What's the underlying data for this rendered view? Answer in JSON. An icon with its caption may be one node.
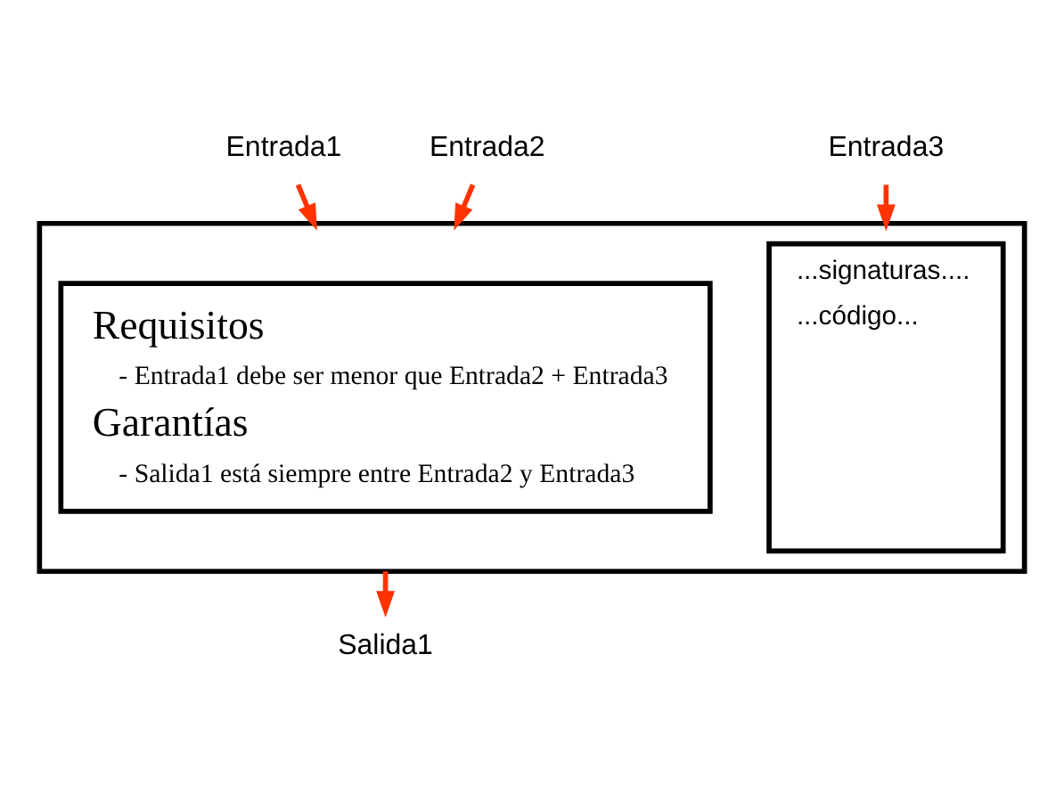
{
  "diagram": {
    "nodes": [
      {
        "text": [
          "Entrada1"
        ]
      },
      {
        "text": [
          "Entrada2"
        ]
      },
      {
        "text": [
          "Entrada3"
        ]
      },
      {
        "text": [],
        "shape": "box"
      },
      {
        "text": [
          "Requisitos",
          "- Entrada1 debe ser menor que Entrada2 + Entrada3",
          "Garantías",
          "- Salida1 está siempre entre Entrada2 y Entrada3"
        ],
        "in": 3
      },
      {
        "text": [
          "...signaturas....",
          "...código..."
        ],
        "in": 3
      },
      {
        "text": [
          "Salida1"
        ]
      }
    ],
    "edges": [
      {
        "from": 0,
        "to": 3,
        "arrow": "to"
      },
      {
        "from": 1,
        "to": 3,
        "arrow": "to"
      },
      {
        "from": 2,
        "to": 3,
        "arrow": "to"
      },
      {
        "from": 3,
        "to": 6,
        "arrow": "to"
      }
    ]
  }
}
